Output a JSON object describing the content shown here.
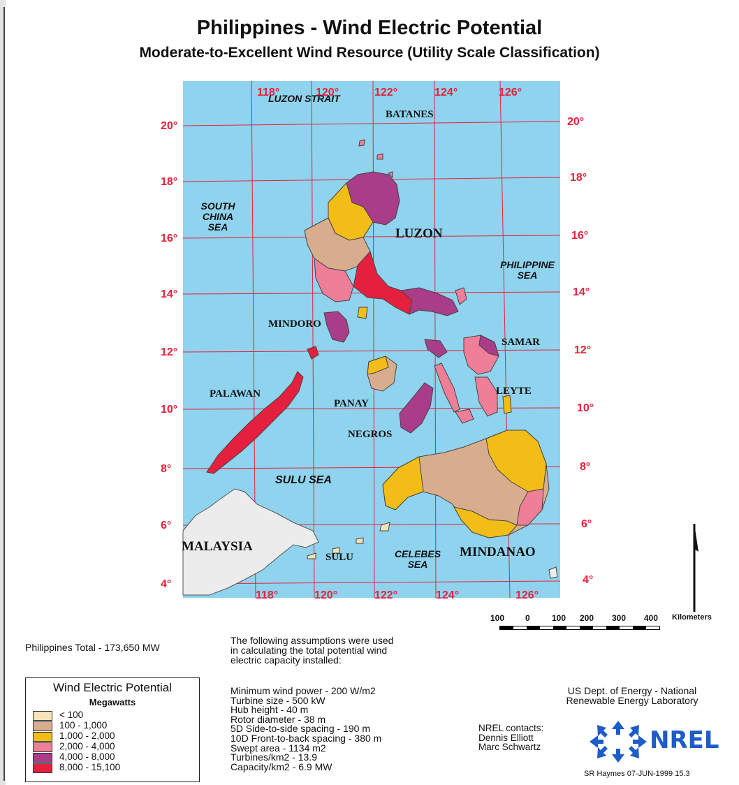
{
  "title": "Philippines - Wind Electric Potential",
  "subtitle": "Moderate-to-Excellent Wind Resource (Utility Scale Classification)",
  "lon_ticks": [
    "118°",
    "120°",
    "122°",
    "124°",
    "126°"
  ],
  "lat_ticks": [
    "20°",
    "18°",
    "16°",
    "14°",
    "12°",
    "10°",
    "8°",
    "6°",
    "4°"
  ],
  "map_labels": {
    "luzon_strait": "LUZON STRAIT",
    "batanes": "BATANES",
    "south_china_sea": [
      "SOUTH",
      "CHINA",
      "SEA"
    ],
    "luzon": "LUZON",
    "philippine_sea": [
      "PHILIPPINE",
      "SEA"
    ],
    "mindoro": "MINDORO",
    "samar": "SAMAR",
    "palawan": "PALAWAN",
    "panay": "PANAY",
    "leyte": "LEYTE",
    "negros": "NEGROS",
    "sulu_sea": "SULU SEA",
    "malaysia": "MALAYSIA",
    "sulu": "SULU",
    "celebes_sea": [
      "CELEBES",
      "SEA"
    ],
    "mindanao": "MINDANAO"
  },
  "scale": {
    "labels": [
      "100",
      "0",
      "100",
      "200",
      "300",
      "400"
    ],
    "unit": "Kilometers"
  },
  "total": "Philippines Total - 173,650 MW",
  "assumptions_intro": [
    "The following assumptions were used",
    "in calculating the total potential wind",
    "electric capacity installed:"
  ],
  "assumptions": [
    "Minimum wind power - 200 W/m2",
    "Turbine size - 500 kW",
    "Hub height - 40 m",
    "Rotor diameter - 38 m",
    "5D Side-to-side spacing - 190 m",
    "10D Front-to-back spacing - 380 m",
    "Swept area - 1134 m2",
    "Turbines/km2 - 13.9",
    "Capacity/km2 - 6.9 MW"
  ],
  "legend": {
    "title": "Wind Electric Potential",
    "units": "Megawatts",
    "classes": [
      {
        "label": "< 100",
        "color": "#f7e3b6"
      },
      {
        "label": "100 - 1,000",
        "color": "#d8ad8e"
      },
      {
        "label": "1,000 - 2,000",
        "color": "#f2bd16"
      },
      {
        "label": "2,000 - 4,000",
        "color": "#ef7f98"
      },
      {
        "label": "4,000 - 8,000",
        "color": "#a93d8a"
      },
      {
        "label": "8,000 - 15,100",
        "color": "#e5203f"
      }
    ]
  },
  "colors": {
    "sea": "#8fd3ee",
    "grid": "#e8203a",
    "other_land": "#ececec",
    "nrel_blue": "#1e5cc8"
  },
  "agency": [
    "US Dept. of Energy - National",
    "Renewable Energy Laboratory"
  ],
  "contacts": [
    "NREL contacts:",
    "Dennis Elliott",
    "Marc Schwartz"
  ],
  "logo_text": "NREL",
  "credit": "SR Haymes 07-JUN-1999 15.3"
}
